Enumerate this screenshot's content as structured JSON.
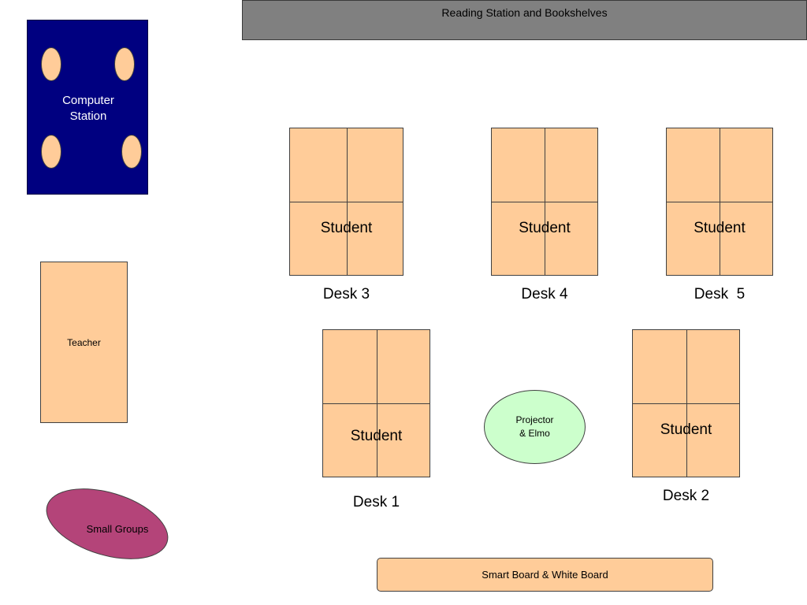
{
  "reading_station": {
    "label": "Reading Station and Bookshelves"
  },
  "computer_station": {
    "label_line1": "Computer",
    "label_line2": "Station"
  },
  "teacher_desk": {
    "label": "Teacher"
  },
  "small_groups": {
    "label": "Small Groups"
  },
  "projector": {
    "label_line1": "Projector",
    "label_line2": "& Elmo"
  },
  "smart_board": {
    "label": "Smart Board & White Board"
  },
  "student_desks": [
    {
      "line1": "Student",
      "line2": "Desk 1"
    },
    {
      "line1": "Student",
      "line2": "Desk 2"
    },
    {
      "line1": "Student",
      "line2": "Desk 3"
    },
    {
      "line1": "Student",
      "line2": "Desk 4"
    },
    {
      "line1": "Student",
      "line2": "Desk  5"
    }
  ],
  "colors": {
    "desk_fill": "#ffcc99",
    "computer_station_fill": "#000080",
    "reading_station_fill": "#808080",
    "small_groups_fill": "#b44479",
    "projector_fill": "#ccffcc"
  }
}
